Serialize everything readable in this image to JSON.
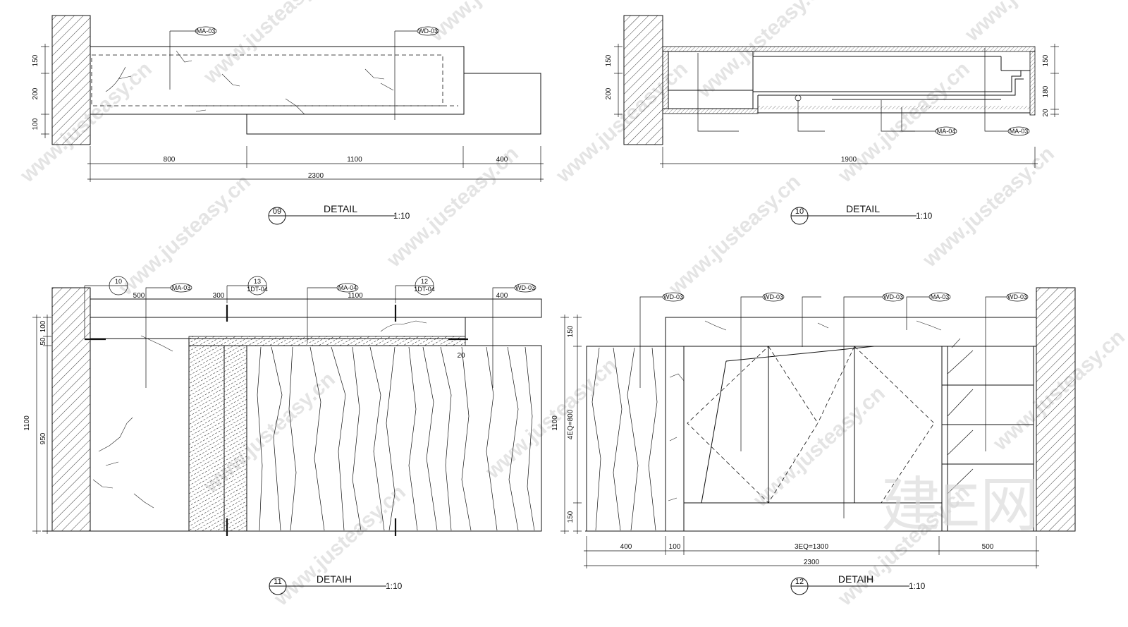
{
  "watermark": {
    "url": "www.justeasy.cn",
    "brand": "建E网"
  },
  "details": [
    {
      "number": "09",
      "title": "DETAIL",
      "scale": "1:10",
      "tags": [
        "MA-03",
        "WD-03"
      ],
      "dims_h": [
        "800",
        "1100",
        "400",
        "2300"
      ],
      "dims_v": [
        "150",
        "200",
        "100"
      ]
    },
    {
      "number": "10",
      "title": "DETAIL",
      "scale": "1:10",
      "tags": [
        "MA-04",
        "MA-03"
      ],
      "dims_h": [
        "1900"
      ],
      "dims_v_left": [
        "150",
        "200"
      ],
      "dims_v_right": [
        "150",
        "180",
        "20"
      ]
    },
    {
      "number": "11",
      "title": "DETAIH",
      "scale": "1:10",
      "tags": [
        "MA-03",
        "MA-04",
        "WD-03"
      ],
      "refs": [
        {
          "num": "10",
          "sheet": ""
        },
        {
          "num": "13",
          "sheet": "1DT-04"
        },
        {
          "num": "12",
          "sheet": "1DT-04"
        }
      ],
      "dims_h": [
        "500",
        "300",
        "1100",
        "400"
      ],
      "dims_v_outer": [
        "1100"
      ],
      "dims_v_inner": [
        "50",
        "100",
        "950"
      ],
      "note": "20"
    },
    {
      "number": "12",
      "title": "DETAIH",
      "scale": "1:10",
      "tags": [
        "WD-03",
        "WD-03",
        "WD-03",
        "MA-03",
        "WD-03"
      ],
      "dims_h": [
        "400",
        "100",
        "3EQ=1300",
        "500",
        "2300"
      ],
      "dims_v_outer": [
        "1100"
      ],
      "dims_v_inner": [
        "150",
        "4EQ=800",
        "150"
      ]
    }
  ]
}
